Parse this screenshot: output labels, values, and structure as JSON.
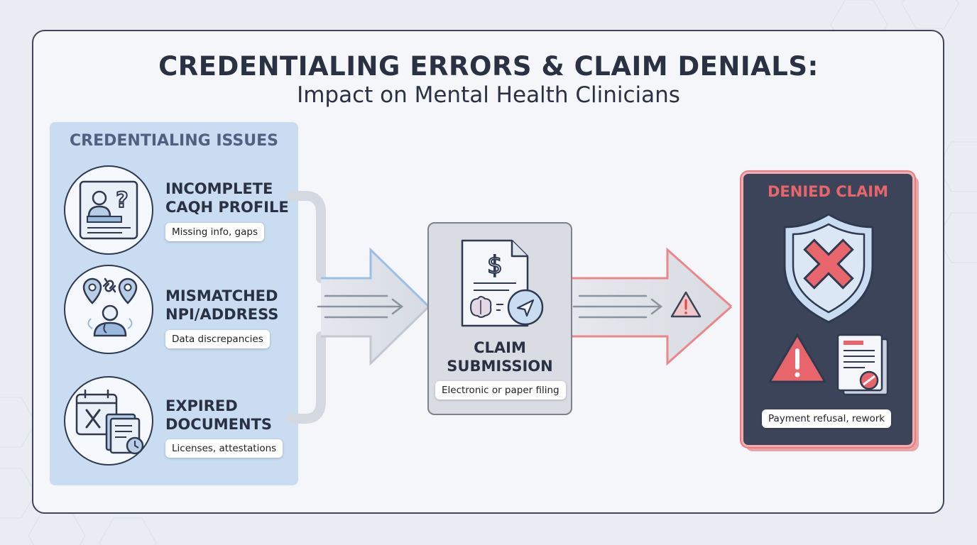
{
  "title": "CREDENTIALING ERRORS & CLAIM DENIALS:",
  "subtitle": "Impact on Mental Health Clinicians",
  "issues_panel": {
    "title": "CREDENTIALING ISSUES",
    "items": [
      {
        "heading_line1": "INCOMPLETE",
        "heading_line2": "CAQH PROFILE",
        "detail": "Missing info, gaps",
        "icon": "profile-question-icon"
      },
      {
        "heading_line1": "MISMATCHED",
        "heading_line2": "NPI/ADDRESS",
        "detail": "Data discrepancies",
        "icon": "location-mismatch-icon"
      },
      {
        "heading_line1": "EXPIRED",
        "heading_line2": "DOCUMENTS",
        "detail": "Licenses, attestations",
        "icon": "expired-documents-icon"
      }
    ]
  },
  "claim": {
    "heading_line1": "CLAIM",
    "heading_line2": "SUBMISSION",
    "detail": "Electronic or paper filing",
    "icon": "claim-document-icon"
  },
  "denied": {
    "title": "DENIED CLAIM",
    "detail": "Payment refusal, rework",
    "icon": "shield-x-icon"
  },
  "colors": {
    "panel_blue": "#c9dcf1",
    "dark_navy": "#3c4459",
    "alert_red": "#e8666b",
    "text_dark": "#2a3142"
  }
}
